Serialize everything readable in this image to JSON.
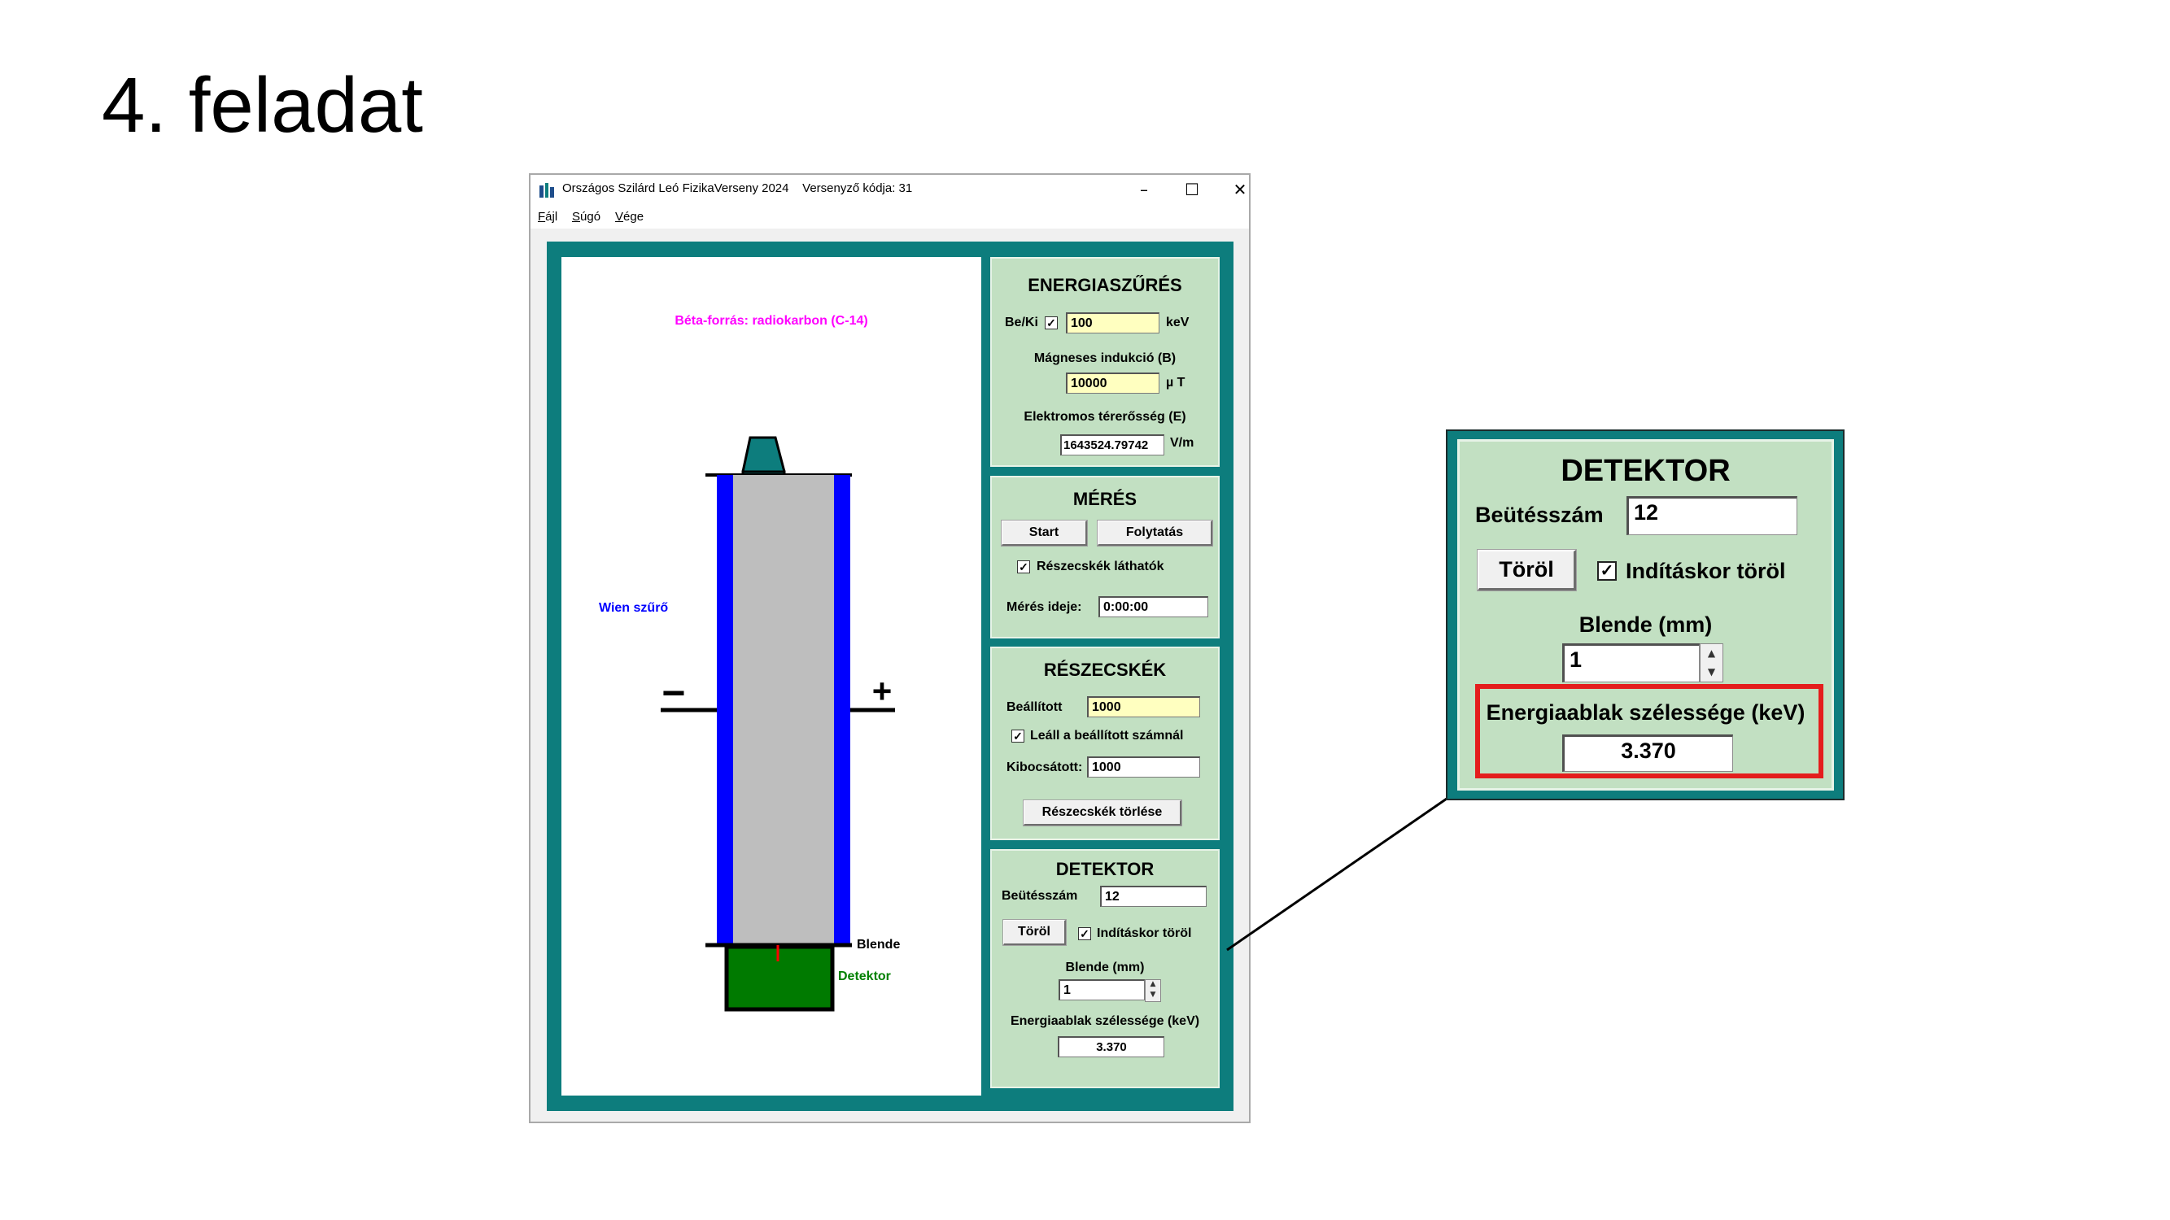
{
  "slide": {
    "title": "4. feladat"
  },
  "window": {
    "title": "Országos Szilárd Leó FizikaVerseny 2024",
    "competitor": "Versenyző kódja: 31",
    "minimize": "–",
    "maximize": "☐",
    "close": "✕"
  },
  "menu": {
    "file_first": "F",
    "file_rest": "ájl",
    "help_first": "S",
    "help_rest": "úgó",
    "end_first": "V",
    "end_rest": "ége"
  },
  "simulation": {
    "source_label": "Béta-forrás: radiokarbon (C-14)",
    "filter_label": "Wien szűrő",
    "minus_sign": "−",
    "plus_sign": "+",
    "aperture_label": "Blende",
    "detector_label": "Detektor",
    "colors": {
      "source": "#0d7d7d",
      "plates": "#0000ff",
      "tracks": "#ff0000",
      "detector": "#007a00",
      "source_label": "#ff00ff",
      "filter_label": "#0000ff",
      "detector_label": "#008000"
    }
  },
  "energy_filter": {
    "title": "ENERGIASZŰRÉS",
    "onoff_label": "Be/Ki",
    "onoff_checked": "✓",
    "energy_value": "100",
    "energy_unit": "keV",
    "b_label": "Mágneses indukció (B)",
    "b_value": "10000",
    "b_unit": "µ T",
    "e_label": "Elektromos térerősség (E)",
    "e_value": "1643524.79742",
    "e_unit": "V/m"
  },
  "measurement": {
    "title": "MÉRÉS",
    "start_button": "Start",
    "continue_button": "Folytatás",
    "visible_label": "Részecskék láthatók",
    "visible_checked": "✓",
    "time_label": "Mérés ideje:",
    "time_value": "0:00:00"
  },
  "particles": {
    "title": "RÉSZECSKÉK",
    "set_label": "Beállított",
    "set_value": "1000",
    "stop_label": "Leáll a beállított számnál",
    "stop_checked": "✓",
    "emitted_label": "Kibocsátott:",
    "emitted_value": "1000",
    "clear_button": "Részecskék törlése"
  },
  "detector": {
    "title": "DETEKTOR",
    "count_label": "Beütésszám",
    "count_value": "12",
    "clear_button": "Töröl",
    "clear_on_start_label": "Indításkor töröl",
    "clear_on_start_checked": "✓",
    "aperture_label": "Blende (mm)",
    "aperture_value": "1",
    "window_label": "Energiaablak szélessége (keV)",
    "window_value": "3.370"
  },
  "spin": {
    "up": "▲",
    "down": "▼"
  },
  "highlight_color": "#e41d1d"
}
